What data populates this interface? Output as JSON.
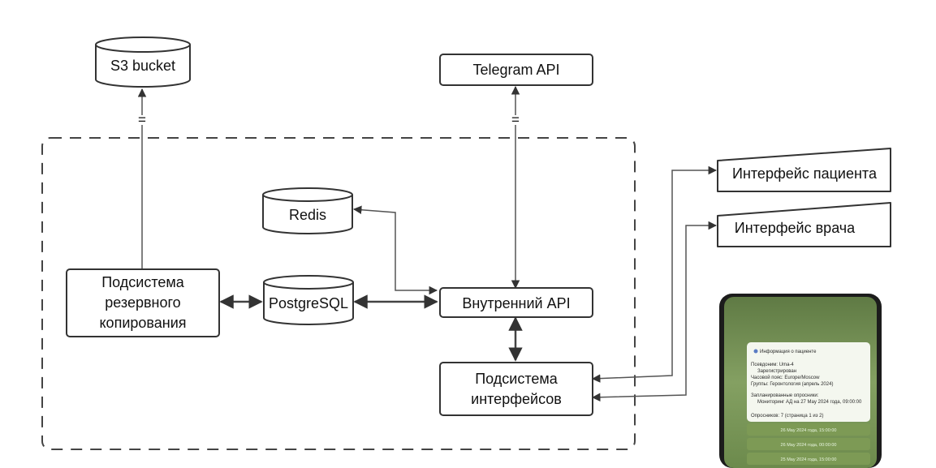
{
  "nodes": {
    "s3": "S3 bucket",
    "telegram": "Telegram API",
    "redis": "Redis",
    "postgres": "PostgreSQL",
    "backup_line1": "Подсистема",
    "backup_line2": "резервного",
    "backup_line3": "копирования",
    "internal_api": "Внутренний API",
    "iface_line1": "Подсистема",
    "iface_line2": "интерфейсов",
    "patient_iface": "Интерфейс пациента",
    "doctor_iface": "Интерфейс врача"
  },
  "edge_marks": {
    "s3_link": "=",
    "telegram_link": "="
  },
  "phone": {
    "header": "Информация о пациенте",
    "line1": "Псевдоним: Uma-4",
    "line2": "Зарегистрирован",
    "line3": "Часовой пояс: Europe/Moscow",
    "line4": "Группы: Геронтология (апрель 2024)",
    "line5": "Запланированные опросники:",
    "line6": "Мониторинг АД на 27 May 2024 года, 09:00:00",
    "line7": "Опросников: 7 (страница 1 из 2)",
    "btn1": "26 May 2024 года, 15:00:00",
    "btn2": "26 May 2024 года, 00:00:00",
    "btn3": "25 May 2024 года, 15:00:00"
  },
  "colors": {
    "stroke": "#333333",
    "phone_green": "#6f8f4f",
    "button_green": "#7d9a55"
  }
}
